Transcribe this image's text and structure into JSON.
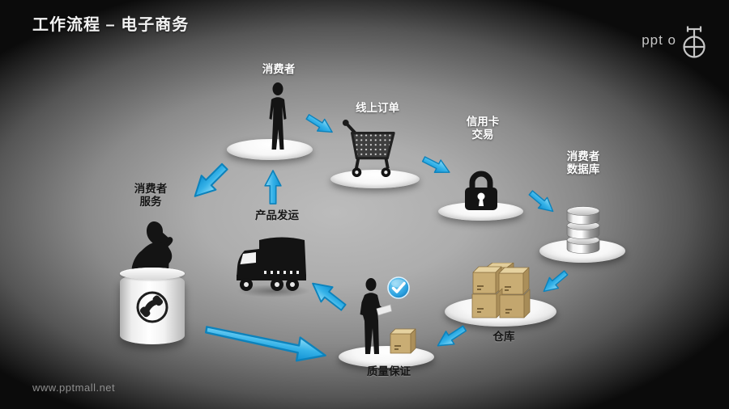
{
  "title": "工作流程 – 电子商务",
  "logo": {
    "text": "ppt o",
    "icon": "compass-logo-icon"
  },
  "watermark": "www.pptmall.net",
  "labels": {
    "consumer": {
      "line1": "消费者"
    },
    "online_order": {
      "line1": "线上订单"
    },
    "credit_card": {
      "line1": "信用卡",
      "line2": "交易"
    },
    "consumer_db": {
      "line1": "消费者",
      "line2": "数据库"
    },
    "warehouse": {
      "line1": "仓库"
    },
    "quality": {
      "line1": "质量保证"
    },
    "shipping": {
      "line1": "产品发运"
    },
    "service": {
      "line1": "消费者",
      "line2": "服务"
    }
  },
  "icons": {
    "consumer": "standing-person-icon",
    "online_order": "shopping-cart-icon",
    "credit_card": "padlock-icon",
    "consumer_db": "database-icon",
    "warehouse": "cardboard-boxes-icon",
    "quality": "inspector-person-icon",
    "quality_badge": "check-badge-icon",
    "quality_box": "cardboard-box-icon",
    "shipping": "truck-icon",
    "service": "phone-operator-icon",
    "service_phone": "telephone-icon"
  },
  "colors": {
    "arrow_blue": "#29abe2",
    "arrow_outline": "#0d82bb",
    "background_center": "#b5b5b5",
    "background_edge": "#0b0b0b",
    "title_text": "#f2f2f2",
    "label_light": "#ffffff",
    "label_dark": "#161616",
    "box_tan": "#c9ad74",
    "badge_blue": "#2196d6"
  }
}
